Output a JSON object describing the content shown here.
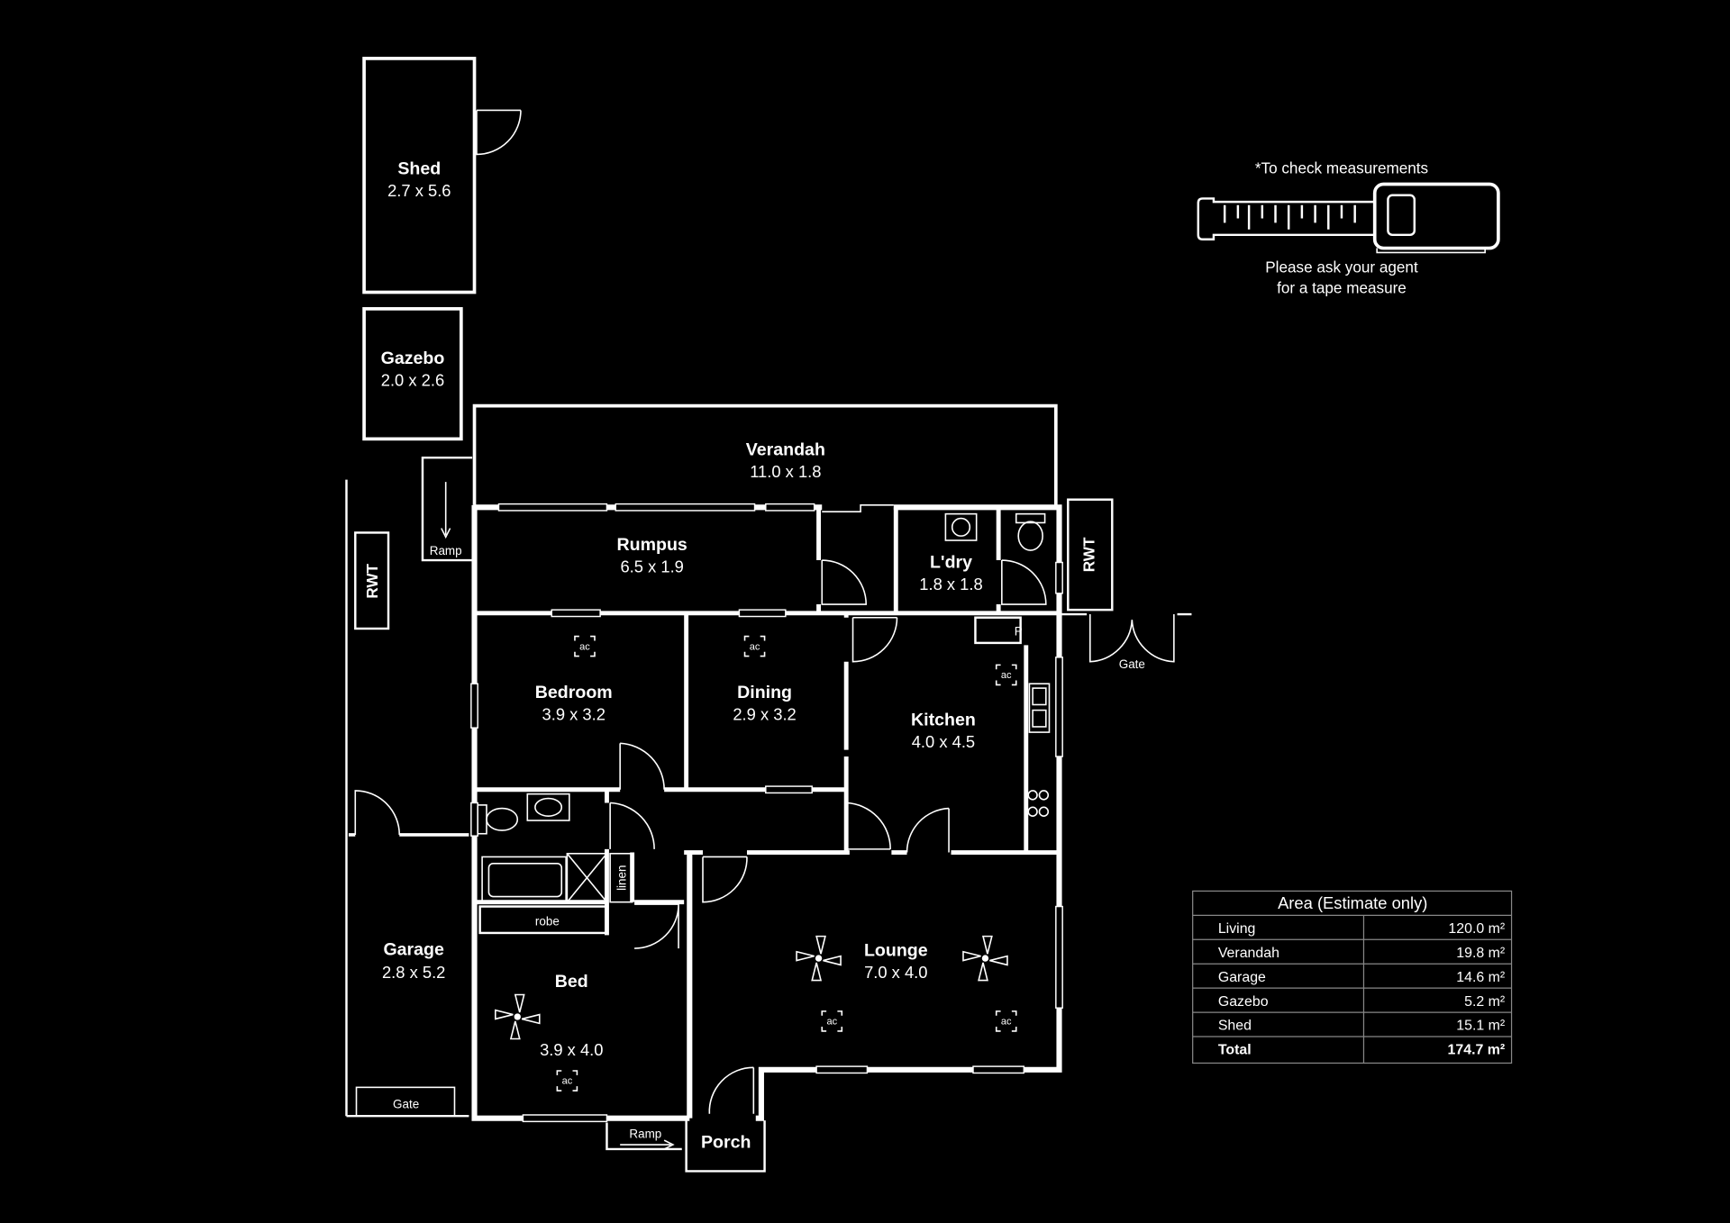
{
  "rooms": {
    "shed": {
      "name": "Shed",
      "dims": "2.7 x 5.6"
    },
    "gazebo": {
      "name": "Gazebo",
      "dims": "2.0 x 2.6"
    },
    "verandah": {
      "name": "Verandah",
      "dims": "11.0 x 1.8"
    },
    "rumpus": {
      "name": "Rumpus",
      "dims": "6.5 x 1.9"
    },
    "laundry": {
      "name": "L'dry",
      "dims": "1.8 x 1.8"
    },
    "bedroom": {
      "name": "Bedroom",
      "dims": "3.9 x 3.2"
    },
    "dining": {
      "name": "Dining",
      "dims": "2.9 x 3.2"
    },
    "kitchen": {
      "name": "Kitchen",
      "dims": "4.0 x 4.5"
    },
    "garage": {
      "name": "Garage",
      "dims": "2.8 x 5.2"
    },
    "lounge": {
      "name": "Lounge",
      "dims": "7.0 x 4.0"
    },
    "bed": {
      "name": "Bed",
      "dims": "3.9 x 4.0"
    },
    "porch": {
      "name": "Porch"
    }
  },
  "labels": {
    "ramp": "Ramp",
    "rwt": "RWT",
    "gate": "Gate",
    "robe": "robe",
    "linen": "linen",
    "pantry": "P",
    "ac": "ac"
  },
  "tape_note": {
    "top": "*To check measurements",
    "line1": "Please ask your agent",
    "line2": "for a tape measure"
  },
  "area_table": {
    "title": "Area (Estimate only)",
    "rows": [
      {
        "label": "Living",
        "value": "120.0 m²"
      },
      {
        "label": "Verandah",
        "value": "19.8 m²"
      },
      {
        "label": "Garage",
        "value": "14.6 m²"
      },
      {
        "label": "Gazebo",
        "value": "5.2 m²"
      },
      {
        "label": "Shed",
        "value": "15.1 m²"
      }
    ],
    "total": {
      "label": "Total",
      "value": "174.7 m²"
    }
  }
}
